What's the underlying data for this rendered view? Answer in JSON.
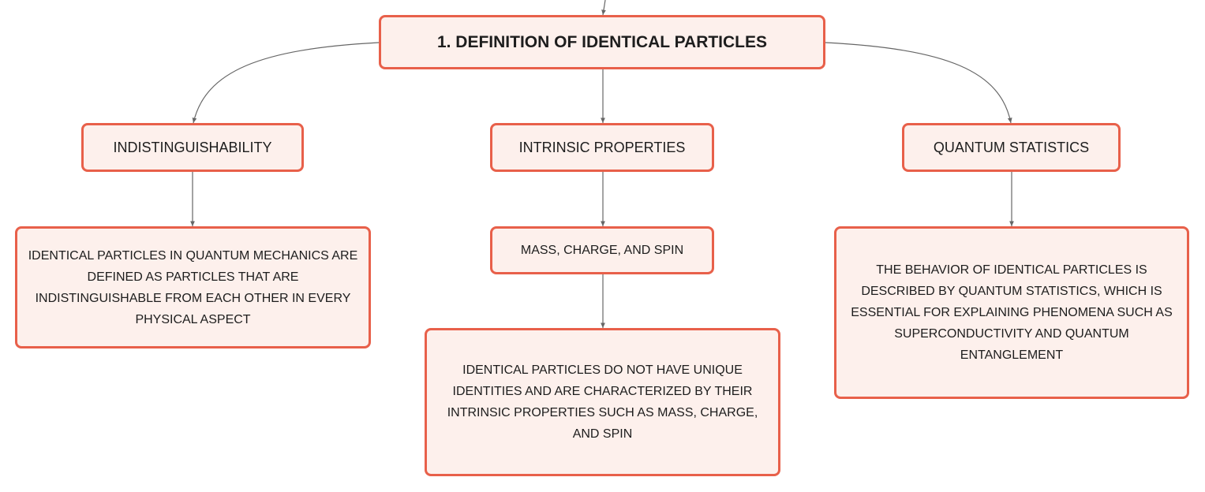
{
  "map": {
    "root": {
      "label": "1. DEFINITION OF IDENTICAL PARTICLES"
    },
    "branches": [
      {
        "label": "INDISTINGUISHABILITY",
        "children": [
          {
            "label": "IDENTICAL PARTICLES IN QUANTUM MECHANICS ARE DEFINED AS PARTICLES THAT ARE INDISTINGUISHABLE FROM EACH OTHER IN EVERY PHYSICAL ASPECT"
          }
        ]
      },
      {
        "label": "INTRINSIC PROPERTIES",
        "children": [
          {
            "label": "MASS, CHARGE, AND SPIN"
          },
          {
            "label": "IDENTICAL PARTICLES DO NOT HAVE UNIQUE IDENTITIES AND ARE CHARACTERIZED BY THEIR INTRINSIC PROPERTIES SUCH AS MASS, CHARGE, AND SPIN"
          }
        ]
      },
      {
        "label": "QUANTUM STATISTICS",
        "children": [
          {
            "label": "THE BEHAVIOR OF IDENTICAL PARTICLES IS DESCRIBED BY QUANTUM STATISTICS, WHICH IS ESSENTIAL FOR EXPLAINING PHENOMENA SUCH AS SUPERCONDUCTIVITY AND QUANTUM ENTANGLEMENT"
          }
        ]
      }
    ],
    "colors": {
      "node_border": "#e8604a",
      "node_fill": "#fdf0ec",
      "connector": "#666666",
      "text": "#1d1d1d"
    }
  }
}
